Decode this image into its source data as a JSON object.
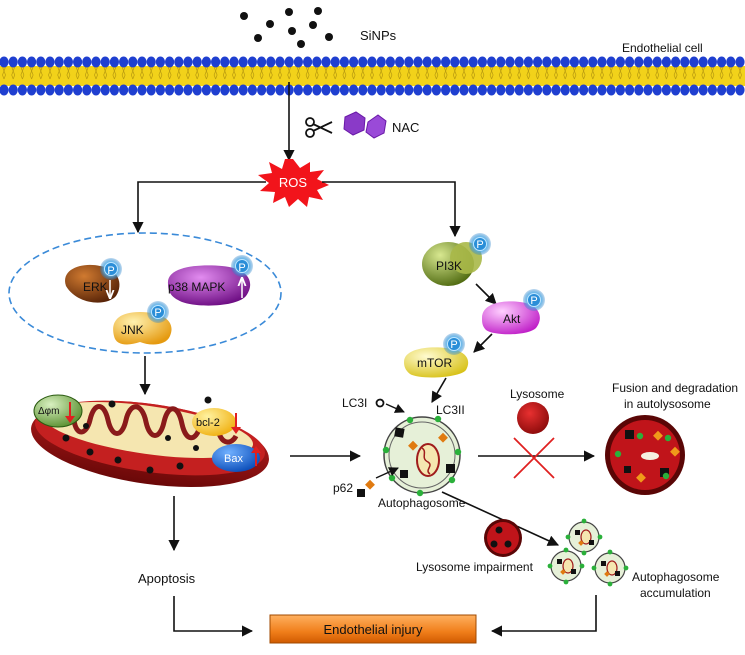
{
  "labels": {
    "sinps": "SiNPs",
    "endothelial_cell": "Endothelial cell",
    "nac": "NAC",
    "ros": "ROS",
    "erk": "ERK",
    "p38_mapk": "p38 MAPK",
    "jnk": "JNK",
    "pi3k": "PI3K",
    "akt": "Akt",
    "mtor": "mTOR",
    "phospho": "P",
    "delta_psi": "Δφm",
    "bcl2": "bcl-2",
    "bax": "Bax",
    "lc3i": "LC3I",
    "lc3ii": "LC3II",
    "p62": "p62",
    "autophagosome": "Autophagosome",
    "lysosome": "Lysosome",
    "fusion_line1": "Fusion and degradation",
    "fusion_line2": "in autolysosome",
    "lysosome_impairment": "Lysosome impairment",
    "autophagosome_accum_line1": "Autophagosome",
    "autophagosome_accum_line2": "accumulation",
    "apoptosis": "Apoptosis",
    "endothelial_injury": "Endothelial injury"
  },
  "colors": {
    "membrane_head": "#1f3fd0",
    "membrane_tail": "#f2d21a",
    "ros": "#f2141b",
    "erk": "#7a3a10",
    "p38": "#8a1fa0",
    "jnk": "#f0b030",
    "pi3k": "#6f8a28",
    "akt": "#d63ad6",
    "mtor": "#e6d43a",
    "mito_outer": "#a01c1c",
    "lysosome": "#c0141a",
    "injury_box": "#f07e1a",
    "phospho_badge": "#3aa6e6"
  }
}
